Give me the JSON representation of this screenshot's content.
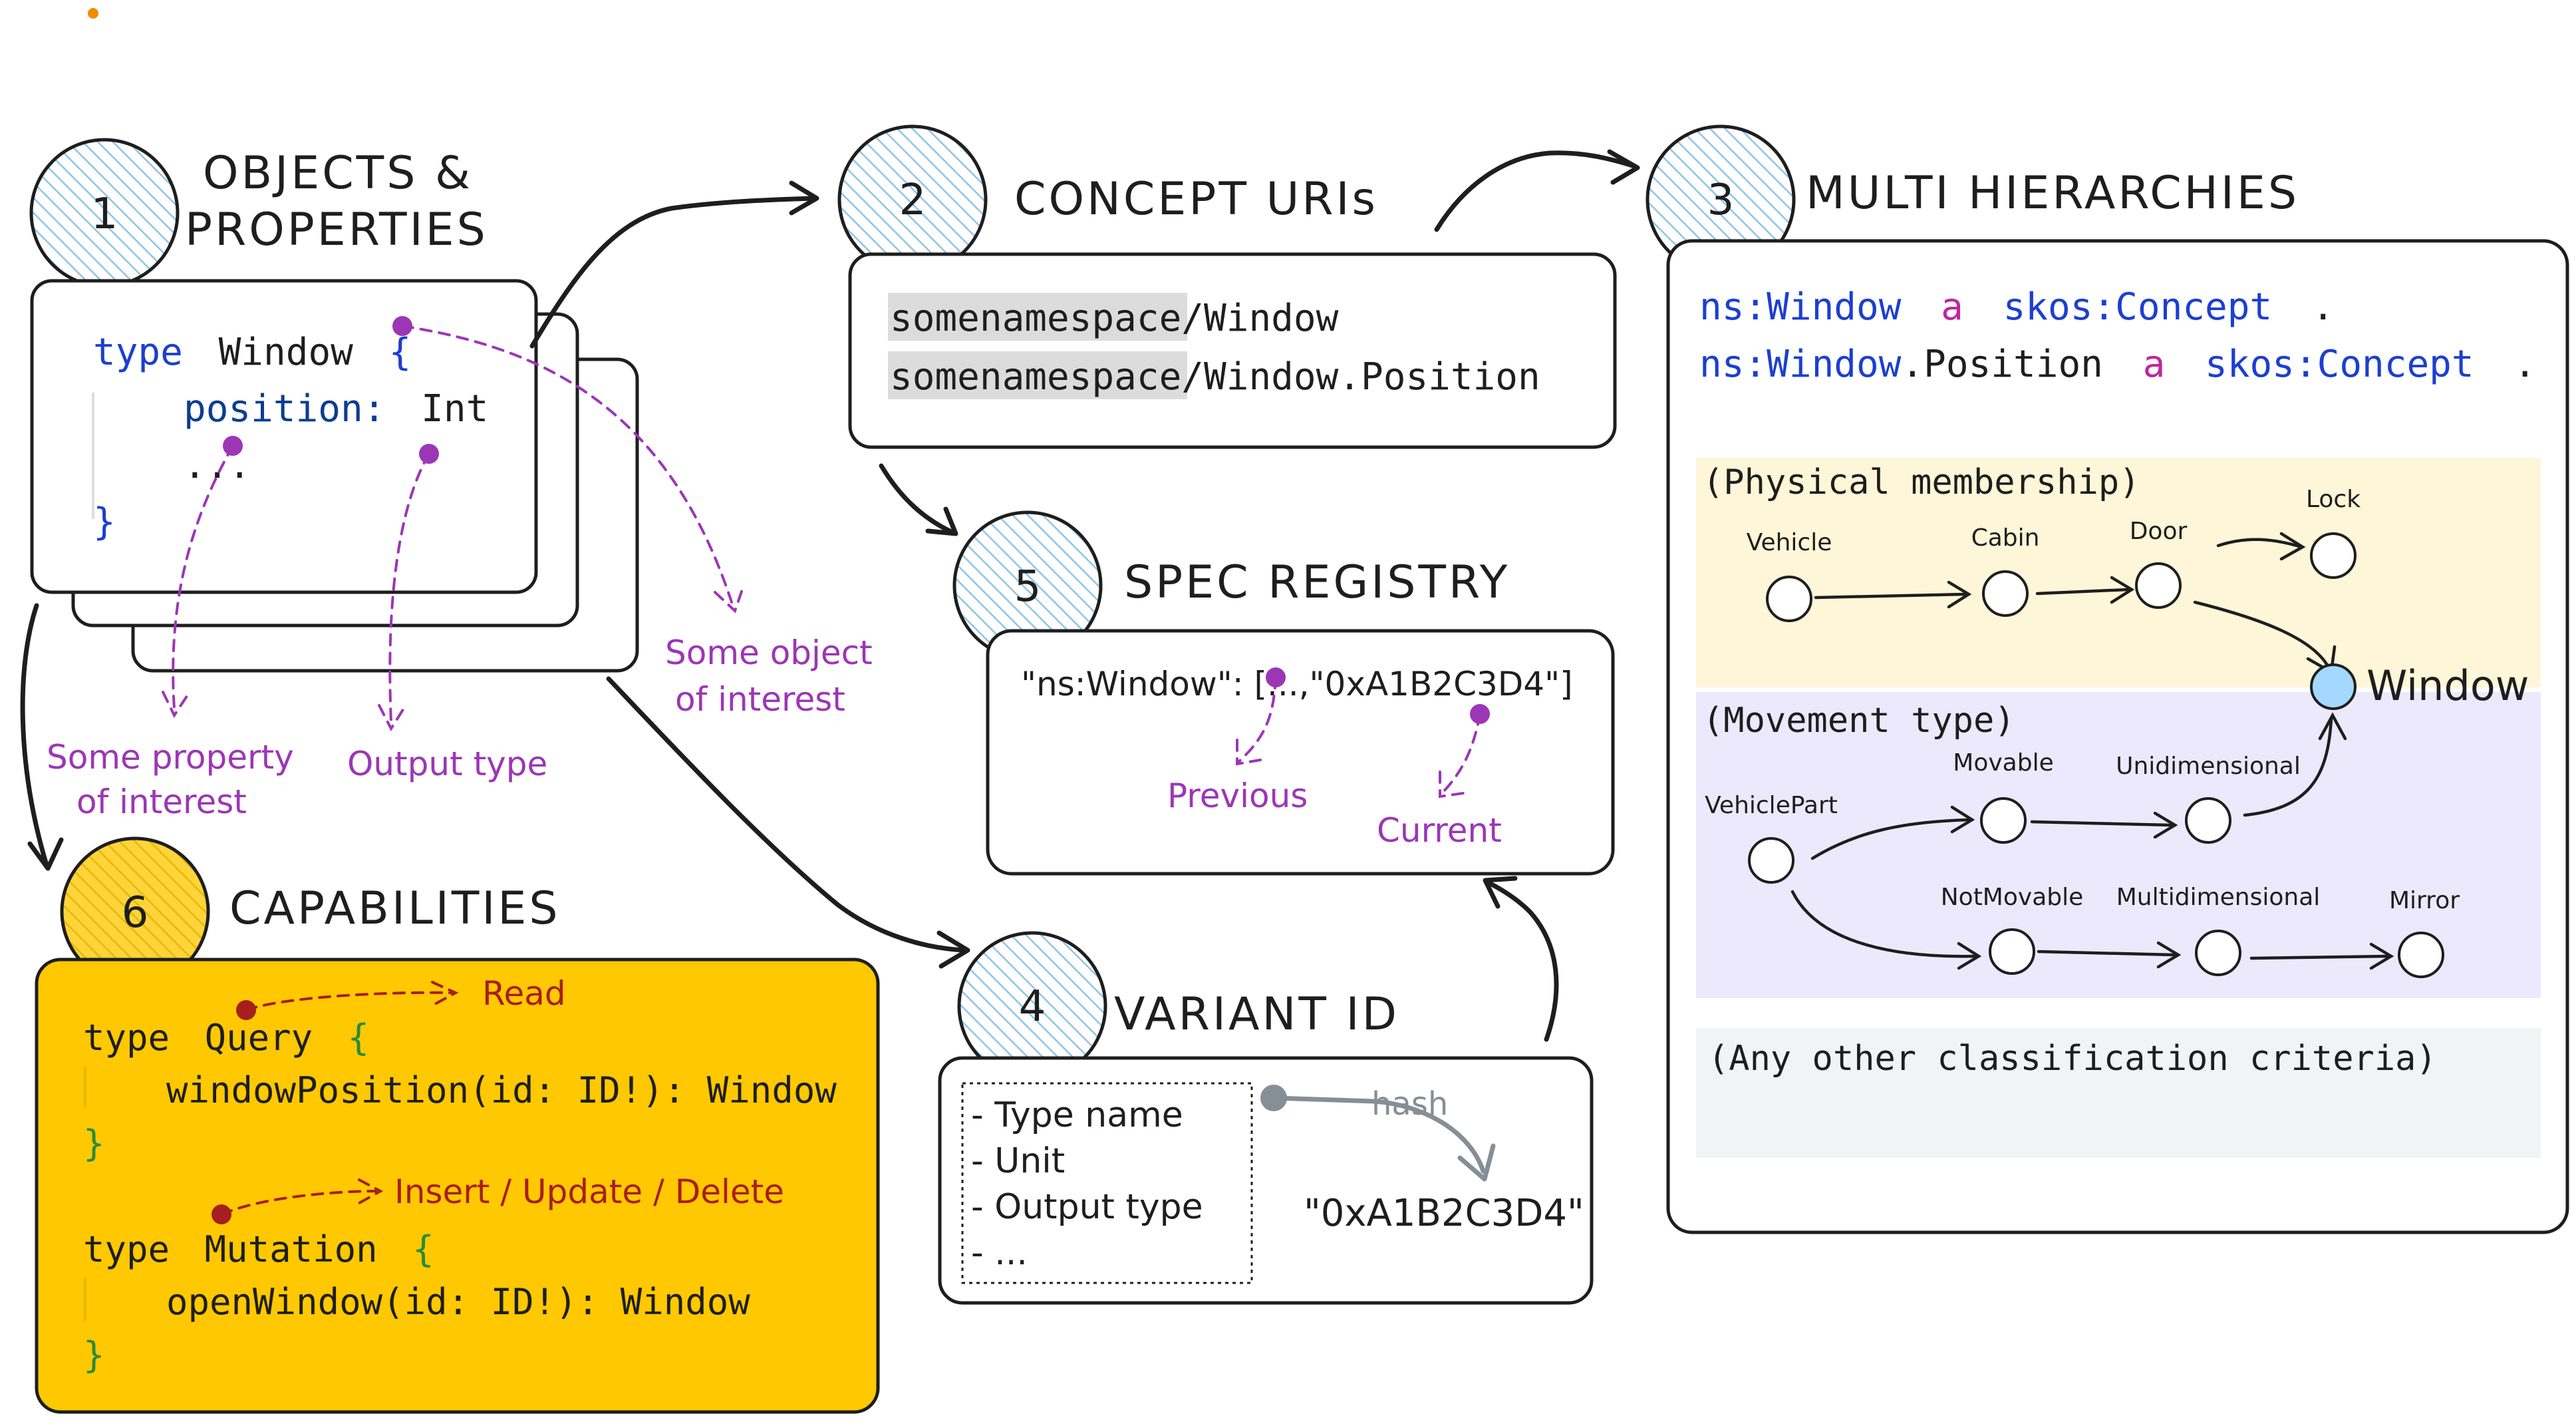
{
  "colors": {
    "accent_purple": "#9c36b5",
    "accent_red": "#a61e1e",
    "capabilities_fill": "#ffc800",
    "circle_hatch": "#8ec5e6",
    "physical_band": "#fdf6d8",
    "movement_band": "#ebe9fb",
    "other_band": "#f1f3f5",
    "window_node": "#a5d8ff",
    "code_keyword_blue": "#1c3fd1",
    "code_keyword_pink": "#c2259e",
    "code_param": "#0b3d91",
    "code_green": "#2b8a3e",
    "uri_highlight": "#dcdcdc"
  },
  "sections": {
    "objects": {
      "number": "1",
      "title_line1": "OBJECTS &",
      "title_line2": "PROPERTIES"
    },
    "concepts": {
      "number": "2",
      "title": "CONCEPT URIs"
    },
    "hierarchies": {
      "number": "3",
      "title": "MULTI HIERARCHIES"
    },
    "variant": {
      "number": "4",
      "title": "VARIANT ID"
    },
    "registry": {
      "number": "5",
      "title": "SPEC REGISTRY"
    },
    "capabilities": {
      "number": "6",
      "title": "CAPABILITIES"
    }
  },
  "objects_code": {
    "kw_type": "type",
    "name": "Window",
    "brace_open": "{",
    "prop": "position:",
    "prop_type": "Int",
    "ellipsis": "...",
    "brace_close": "}"
  },
  "objects_annotations": {
    "property_line1": "Some property",
    "property_line2": "of interest",
    "output_type": "Output type",
    "object_line1": "Some object",
    "object_line2": "of interest"
  },
  "concept_uris": {
    "line1_ns": "somenamespace",
    "line1_rest": "/Window",
    "line2_ns": "somenamespace",
    "line2_rest": "/Window.Position"
  },
  "hierarchies": {
    "rdf_line1": {
      "subject": "ns:Window",
      "a": "a",
      "object": "skos:Concept",
      "dot": "."
    },
    "rdf_line2": {
      "subject_ns": "ns:Window",
      "subject_rest": ".Position",
      "a": "a",
      "object": "skos:Concept",
      "dot": "."
    },
    "physical_label": "(Physical membership)",
    "movement_label": "(Movement type)",
    "other_label": "(Any other classification criteria)",
    "nodes": {
      "vehicle": "Vehicle",
      "cabin": "Cabin",
      "door": "Door",
      "lock": "Lock",
      "window": "Window",
      "vehicle_part": "VehiclePart",
      "movable": "Movable",
      "unidimensional": "Unidimensional",
      "not_movable": "NotMovable",
      "multidimensional": "Multidimensional",
      "mirror": "Mirror"
    }
  },
  "registry": {
    "entry": "\"ns:Window\": [...,\"0xA1B2C3D4\"]",
    "previous": "Previous",
    "current": "Current"
  },
  "variant": {
    "items": [
      "- Type name",
      "- Unit",
      "- Output type",
      "- ..."
    ],
    "hash_label": "hash",
    "hash_value": "\"0xA1B2C3D4\""
  },
  "capabilities": {
    "read_label": "Read",
    "write_label": "Insert / Update / Delete",
    "query_kw": "type",
    "query_name": "Query",
    "query_open": "{",
    "query_field": "windowPosition",
    "query_args": "(id: ID!)",
    "query_ret": ": Window",
    "query_close": "}",
    "mutation_kw": "type",
    "mutation_name": "Mutation",
    "mutation_open": "{",
    "mutation_field": "openWindow",
    "mutation_args": "(id: ID!)",
    "mutation_ret": ": Window",
    "mutation_close": "}"
  }
}
